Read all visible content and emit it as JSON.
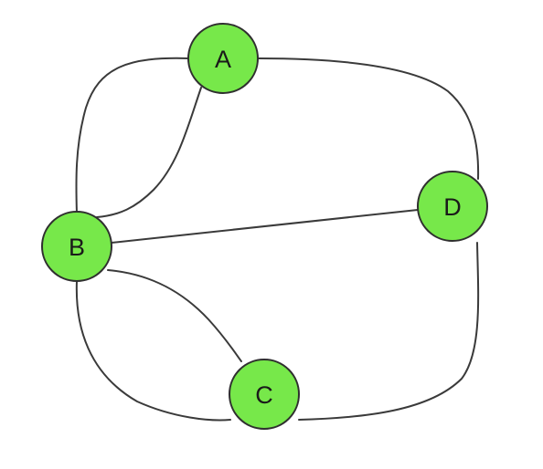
{
  "graph": {
    "node_fill": "#77e84a",
    "node_stroke": "#2f2f2f",
    "edge_color": "#3a3a3a",
    "nodes": [
      {
        "id": "A",
        "label": "A"
      },
      {
        "id": "B",
        "label": "B"
      },
      {
        "id": "C",
        "label": "C"
      },
      {
        "id": "D",
        "label": "D"
      }
    ],
    "edges": [
      {
        "from": "A",
        "to": "B",
        "note": "outer"
      },
      {
        "from": "A",
        "to": "B",
        "note": "inner"
      },
      {
        "from": "A",
        "to": "D"
      },
      {
        "from": "B",
        "to": "D"
      },
      {
        "from": "B",
        "to": "C",
        "note": "upper"
      },
      {
        "from": "B",
        "to": "C",
        "note": "lower"
      },
      {
        "from": "C",
        "to": "D"
      }
    ]
  }
}
